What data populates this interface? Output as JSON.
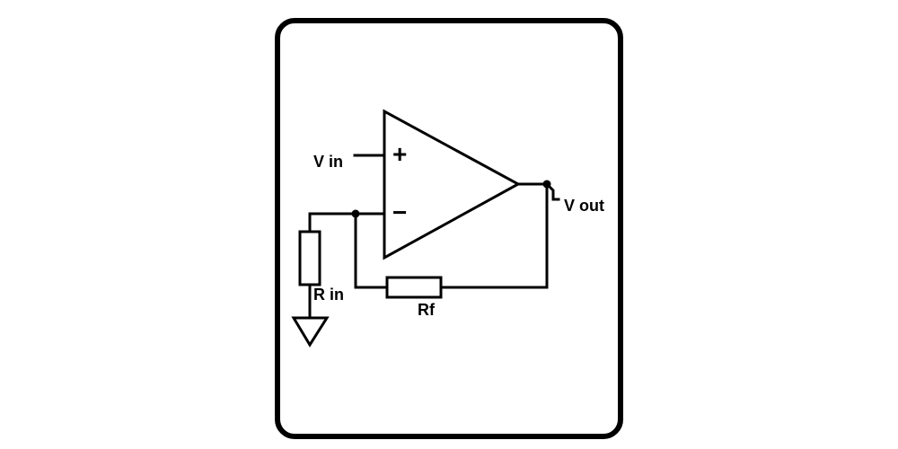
{
  "labels": {
    "v_in": "V in",
    "v_out": "V out",
    "r_in": "R in",
    "r_f": "Rf",
    "plus": "+",
    "minus": "−"
  },
  "colors": {
    "line": "#000000",
    "background": "#ffffff"
  },
  "icons": {
    "ground": "ground-icon",
    "resistor": "resistor-icon",
    "op_amp": "op-amp-icon"
  }
}
